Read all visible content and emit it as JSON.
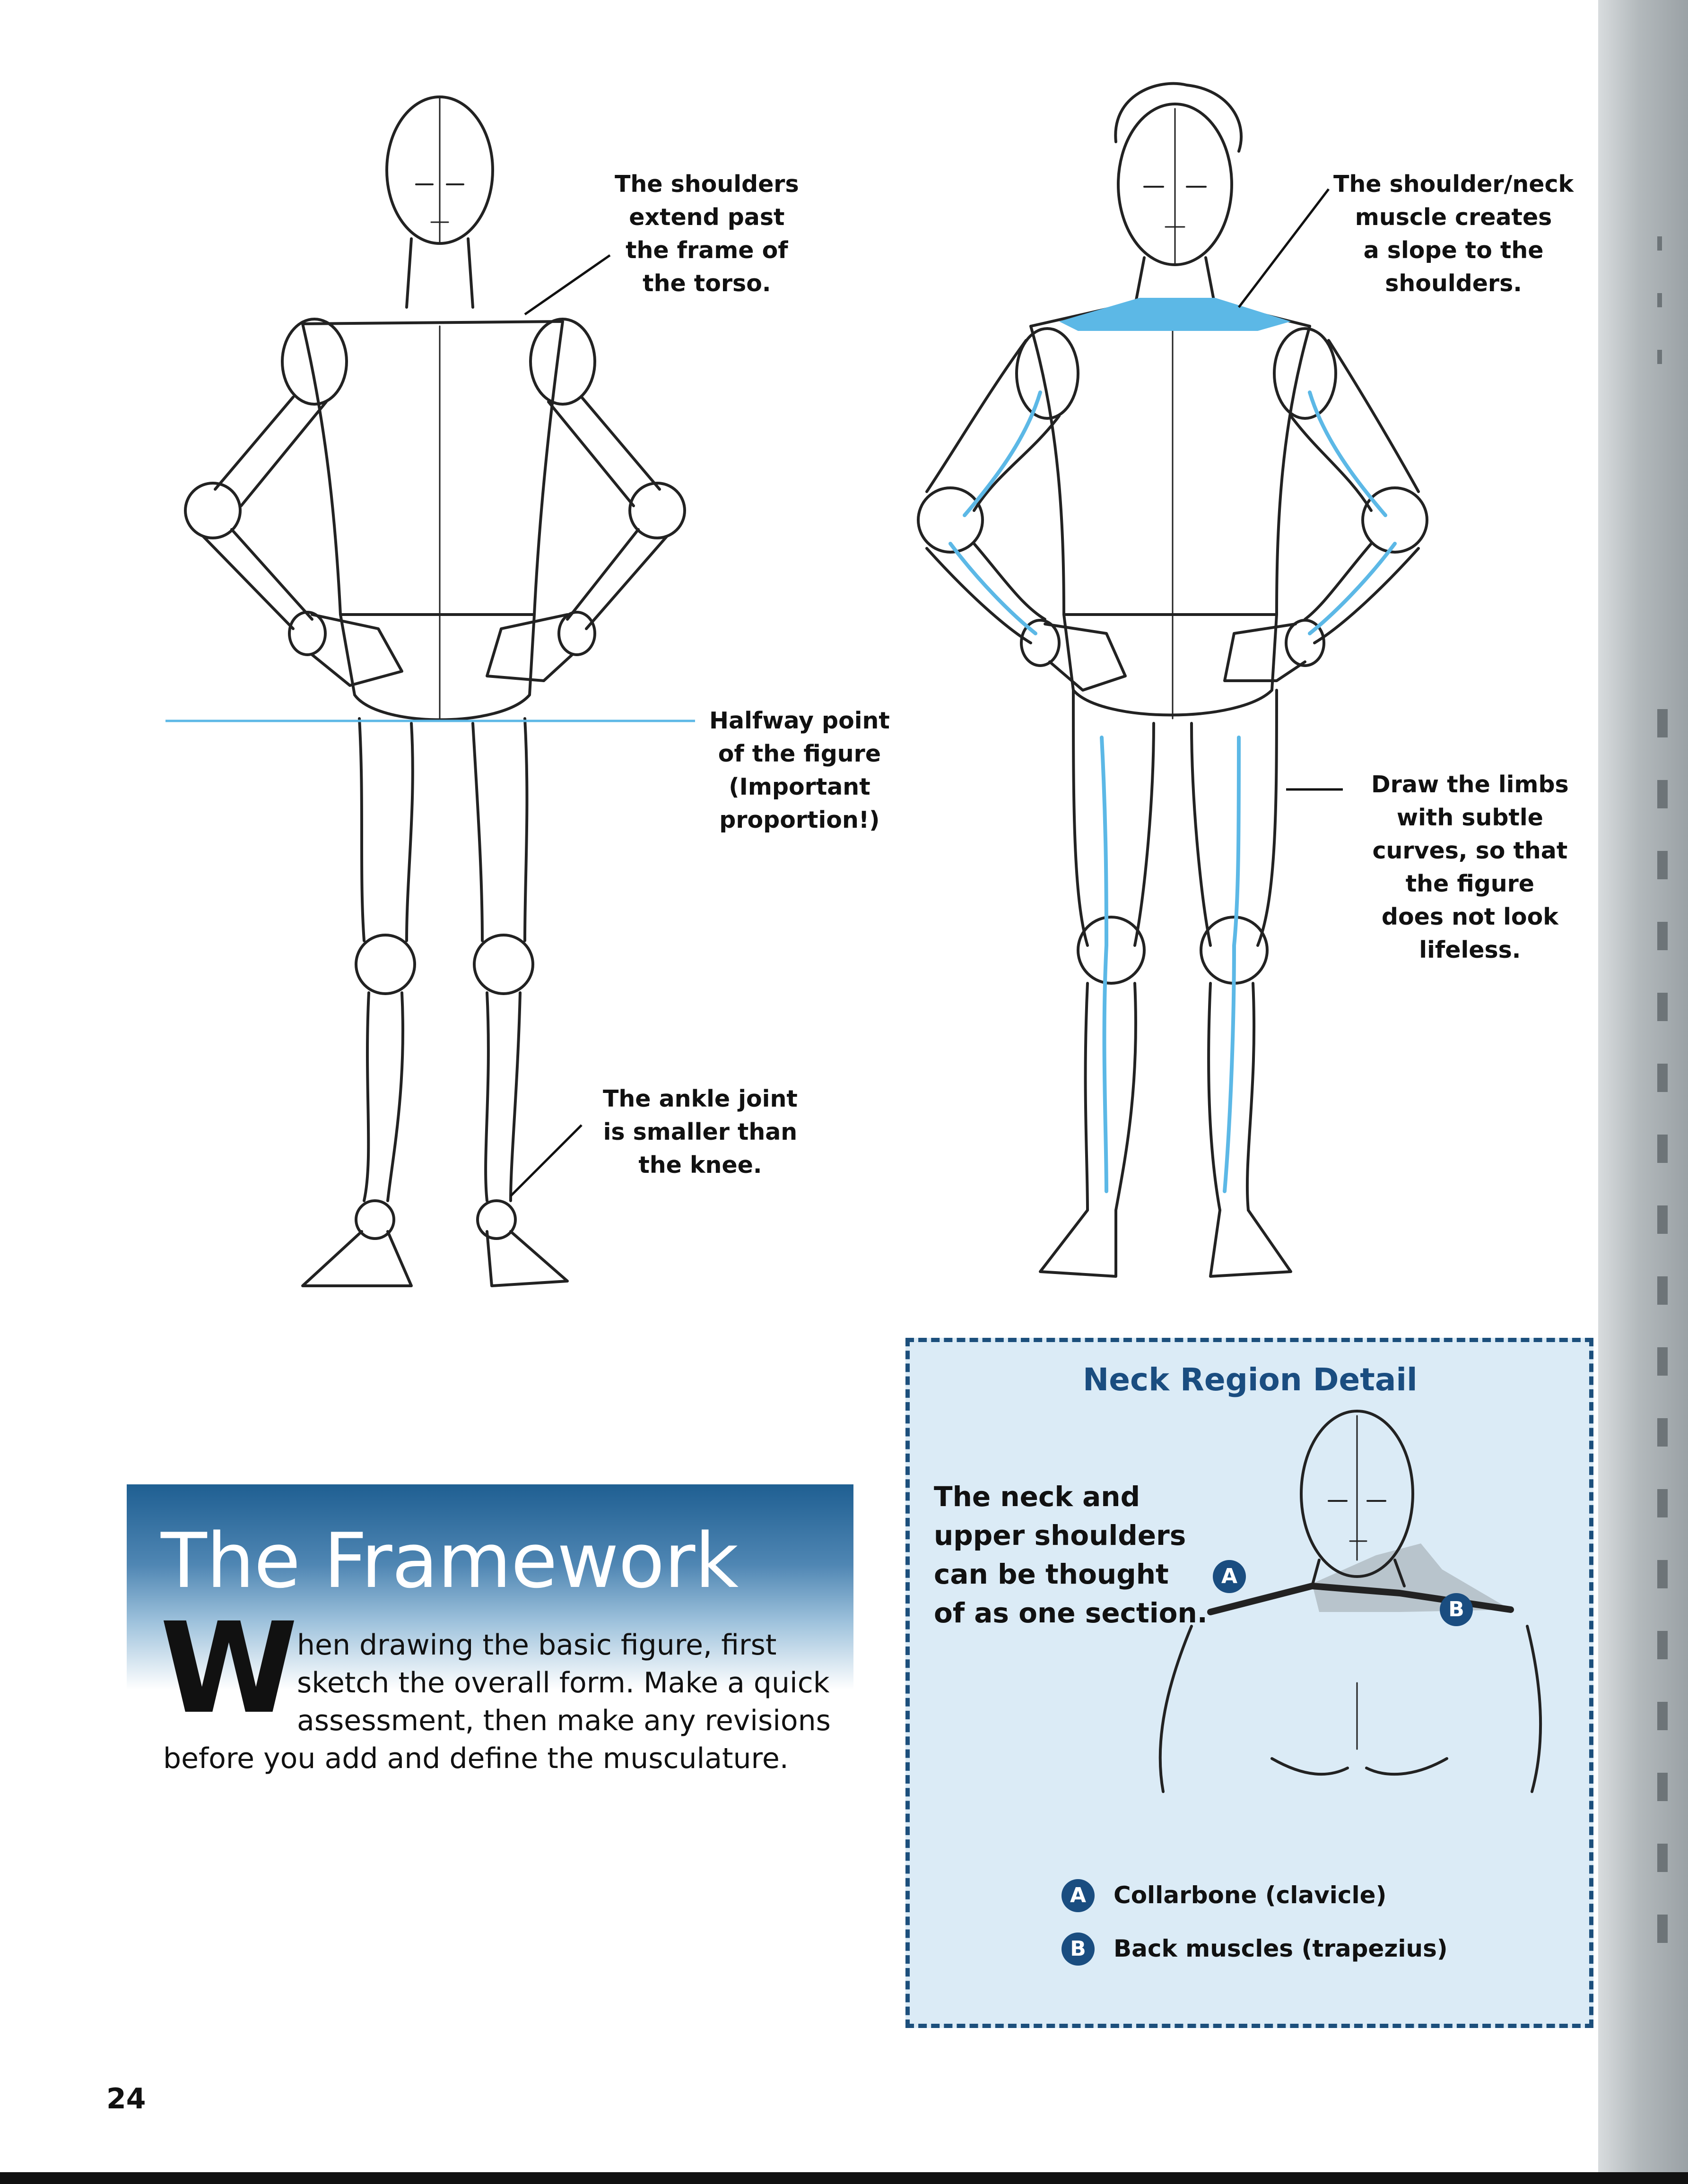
{
  "callouts": {
    "shoulders": [
      "The shoulders",
      "extend past",
      "the frame of",
      "the torso."
    ],
    "halfway": [
      "Halfway point",
      "of the figure",
      "(Important",
      "proportion!)"
    ],
    "ankle": [
      "The ankle joint",
      "is smaller than",
      "the knee."
    ],
    "shoulder_neck": [
      "The shoulder/neck",
      "muscle creates",
      "a slope to the",
      "shoulders."
    ],
    "limbs": [
      "Draw the limbs",
      "with subtle",
      "curves, so that",
      "the figure",
      "does not look",
      "lifeless."
    ]
  },
  "section": {
    "title": "The Framework",
    "drop_cap": "W",
    "intro_lines": [
      "hen drawing the basic figure, first",
      "sketch the overall form. Make a quick",
      "assessment, then make any revisions",
      "before you add and define the musculature."
    ]
  },
  "neck_detail": {
    "title": "Neck Region Detail",
    "text_lines": [
      "The neck and",
      "upper shoulders",
      "can be thought",
      "of as one section."
    ],
    "badges": {
      "a": "A",
      "b": "B"
    },
    "legend": [
      {
        "badge": "A",
        "label": "Collarbone (clavicle)"
      },
      {
        "badge": "B",
        "label": "Back muscles (trapezius)"
      }
    ]
  },
  "page_number": "24",
  "colors": {
    "accent_blue": "#5cb8e6",
    "navy": "#1a4d80",
    "box_fill": "#dbebf6"
  }
}
